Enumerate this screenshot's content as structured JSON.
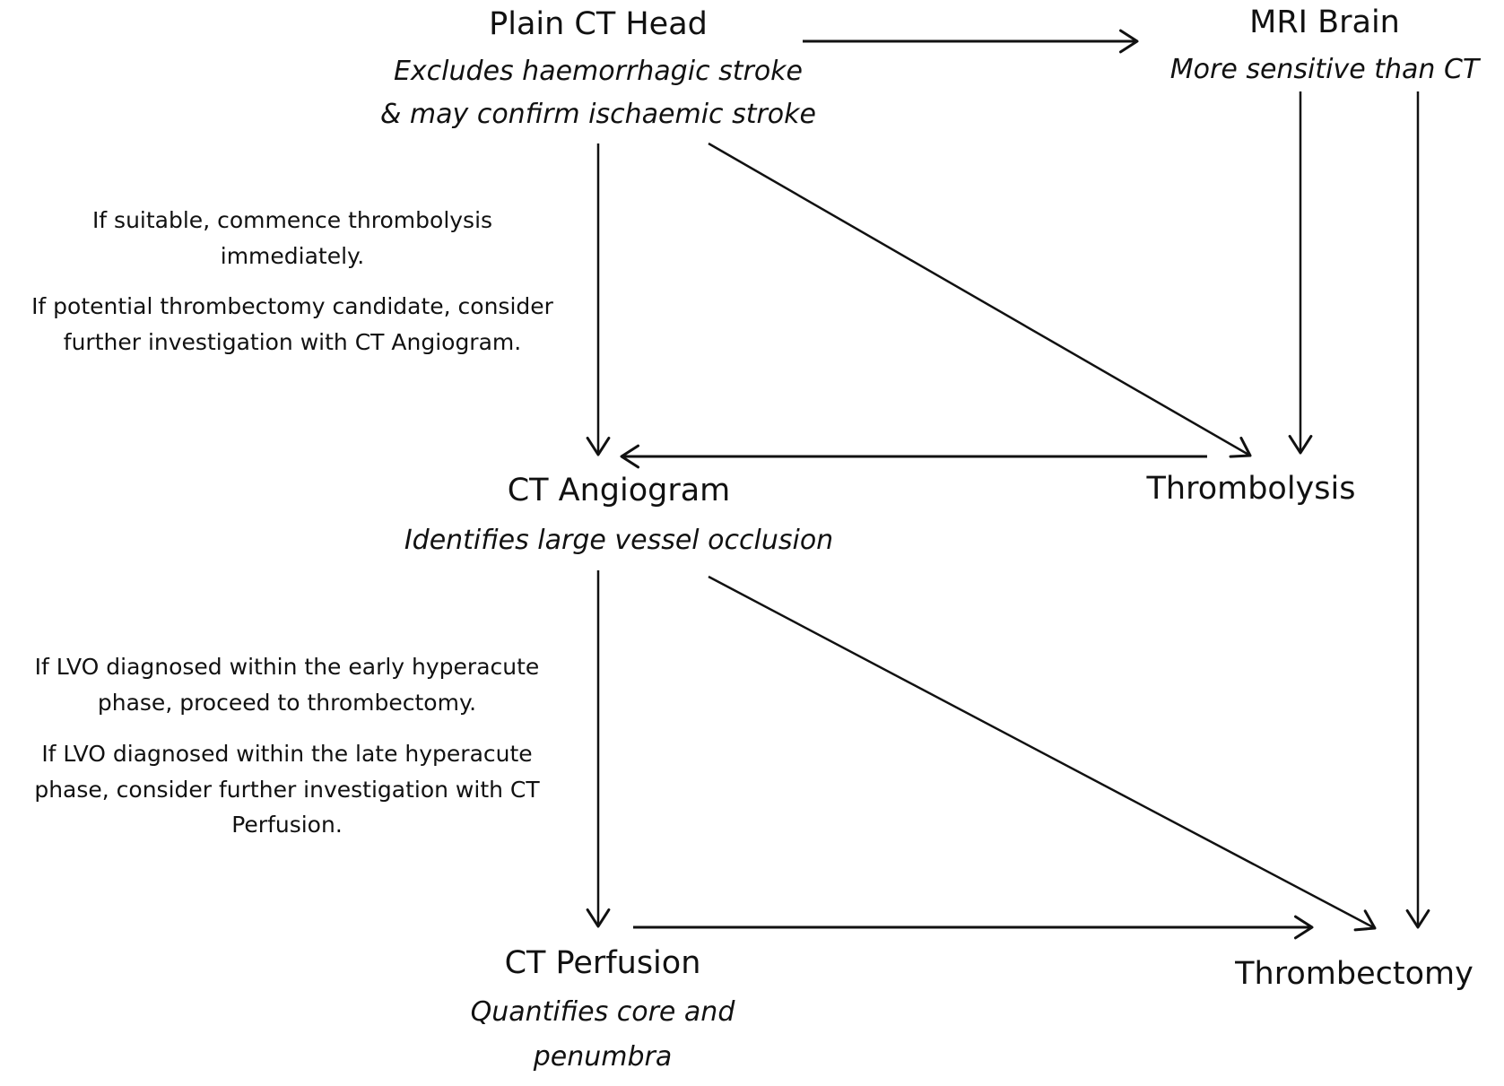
{
  "diagram": {
    "type": "flowchart",
    "topic": "Hyperacute stroke imaging pathway",
    "nodes": [
      {
        "id": "ct_head",
        "title": "Plain CT Head",
        "subtitle_lines": [
          "Excludes haemorrhagic stroke",
          "& may confirm ischaemic stroke"
        ]
      },
      {
        "id": "mri_brain",
        "title": "MRI Brain",
        "subtitle_lines": [
          "More sensitive than CT"
        ]
      },
      {
        "id": "ct_angiogram",
        "title": "CT Angiogram",
        "subtitle_lines": [
          "Identifies large vessel occlusion"
        ]
      },
      {
        "id": "thrombolysis",
        "title": "Thrombolysis",
        "subtitle_lines": []
      },
      {
        "id": "ct_perfusion",
        "title": "CT Perfusion",
        "subtitle_lines": [
          "Quantifies core and",
          "penumbra"
        ]
      },
      {
        "id": "thrombectomy",
        "title": "Thrombectomy",
        "subtitle_lines": []
      }
    ],
    "notes": [
      {
        "id": "note_ct_head",
        "paragraphs": [
          [
            "If suitable, commence thrombolysis",
            "immediately."
          ],
          [
            "If potential thrombectomy candidate, consider",
            "further investigation with CT Angiogram."
          ]
        ]
      },
      {
        "id": "note_ct_angiogram",
        "paragraphs": [
          [
            "If LVO diagnosed within the early hyperacute",
            "phase, proceed to thrombectomy."
          ],
          [
            "If LVO diagnosed within the late hyperacute",
            "phase, consider further investigation with CT",
            "Perfusion."
          ]
        ]
      }
    ],
    "edges": [
      {
        "from": "ct_head",
        "to": "mri_brain"
      },
      {
        "from": "ct_head",
        "to": "ct_angiogram"
      },
      {
        "from": "ct_head",
        "to": "thrombolysis"
      },
      {
        "from": "mri_brain",
        "to": "thrombolysis"
      },
      {
        "from": "mri_brain",
        "to": "thrombectomy"
      },
      {
        "from": "thrombolysis",
        "to": "ct_angiogram"
      },
      {
        "from": "ct_angiogram",
        "to": "ct_perfusion"
      },
      {
        "from": "ct_angiogram",
        "to": "thrombectomy"
      },
      {
        "from": "ct_perfusion",
        "to": "thrombectomy"
      }
    ]
  }
}
